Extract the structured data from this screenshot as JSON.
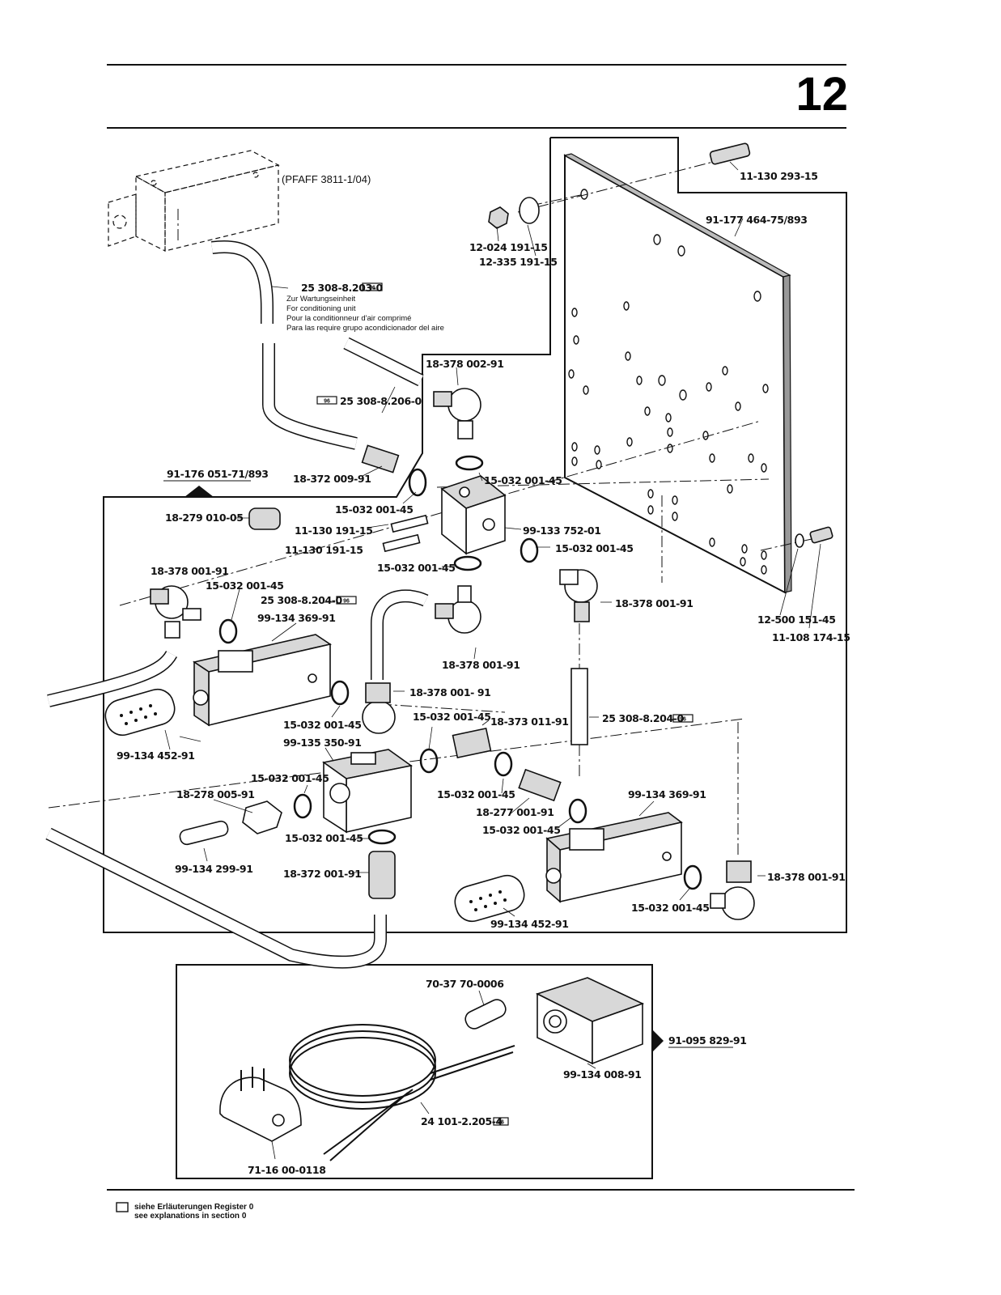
{
  "page_number": "12",
  "assembly_ref": "(PFAFF 3811-1/04)",
  "conditioning_note": {
    "part": "25 308-8.203-0",
    "lines": [
      "Zur Wartungseinheit",
      "For conditioning unit",
      "Pour la conditionneur d'air comprimé",
      "Para las require grupo acondicionador del aire"
    ]
  },
  "box_icon_text": "96",
  "parts": {
    "p_11_130_293_15": "11-130 293-15",
    "p_91_177": "91-177 464-75/893",
    "p_12_024": "12-024 191-15",
    "p_12_335": "12-335 191-15",
    "p_25_308_206": "25 308-8.206-0",
    "p_18_378_002": "18-378 002-91",
    "p_91_176": "91-176 051-71/893",
    "p_18_372_009": "18-372 009-91",
    "p_15_032_a": "15-032 001-45",
    "p_15_032_b": "15-032 001-45",
    "p_18_279": "18-279 010-05",
    "p_11_130_191_a": "11-130 191-15",
    "p_11_130_191_b": "11-130 191-15",
    "p_99_133": "99-133 752-01",
    "p_15_032_c": "15-032 001-45",
    "p_15_032_d": "15-032 001-45",
    "p_18_378_001_a": "18-378 001-91",
    "p_15_032_e": "15-032 001-45",
    "p_25_308_204_a": "25 308-8.204-0",
    "p_99_134_369_a": "99-134 369-91",
    "p_18_378_001_b": "18-378 001-91",
    "p_12_500": "12-500 151-45",
    "p_11_108": "11-108 174-15",
    "p_18_378_001_c": "18-378 001-91",
    "p_18_378_001_d": "18-378 001- 91",
    "p_15_032_f": "15-032 001-45",
    "p_15_032_g": "15-032 001-45",
    "p_18_373": "18-373 011-91",
    "p_25_308_204_b": "25 308-8.204-0",
    "p_99_134_452_a": "99-134 452-91",
    "p_99_135": "99-135 350-91",
    "p_15_032_h": "15-032 001-45",
    "p_18_278": "18-278 005-91",
    "p_15_032_i": "15-032 001-45",
    "p_18_277": "18-277 001-91",
    "p_15_032_j": "15-032 001-45",
    "p_99_134_369_b": "99-134 369-91",
    "p_15_032_k": "15-032 001-45",
    "p_99_134_299": "99-134 299-91",
    "p_18_372_001": "18-372 001-91",
    "p_18_378_001_e": "18-378 001-91",
    "p_15_032_l": "15-032 001-45",
    "p_99_134_452_b": "99-134 452-91",
    "p_70_37": "70-37 70-0006",
    "p_91_095": "91-095 829-91",
    "p_99_134_008": "99-134 008-91",
    "p_24_101": "24 101-2.205-4",
    "p_71_16": "71-16 00-0118"
  },
  "footer": {
    "line1": "siehe Erläuterungen Register 0",
    "line2": "see explanations in section 0"
  }
}
